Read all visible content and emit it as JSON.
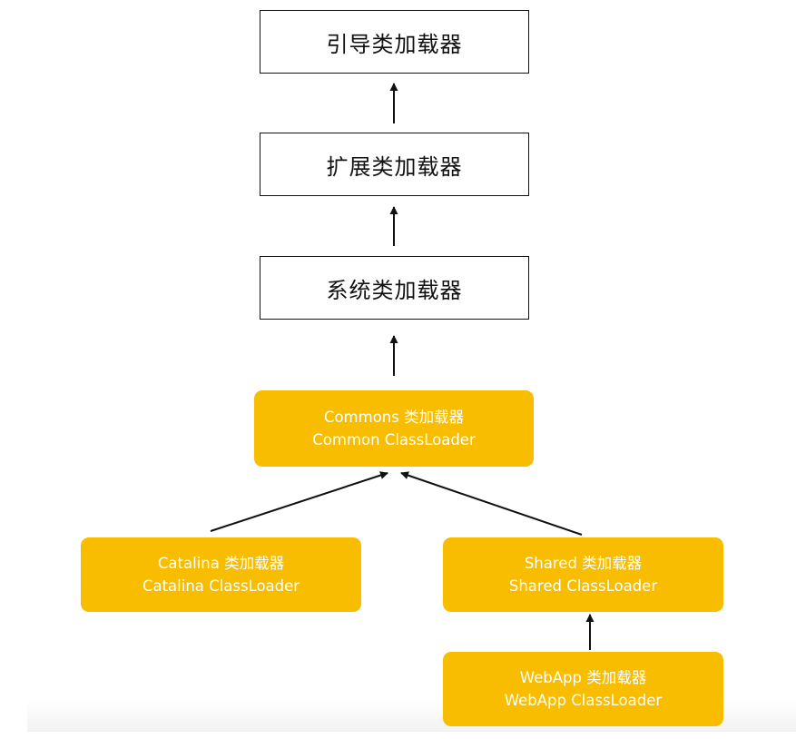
{
  "diagram": {
    "colors": {
      "highlight_fill": "#f9bd00",
      "highlight_text": "#ffffff",
      "plain_border": "#111111",
      "arrow": "#111111"
    },
    "plain_nodes": {
      "bootstrap": "引导类加载器",
      "extension": "扩展类加载器",
      "system": "系统类加载器"
    },
    "tomcat_nodes": {
      "common": {
        "line1": "Commons 类加载器",
        "line2": "Common ClassLoader"
      },
      "catalina": {
        "line1": "Catalina 类加载器",
        "line2": "Catalina ClassLoader"
      },
      "shared": {
        "line1": "Shared 类加载器",
        "line2": "Shared ClassLoader"
      },
      "webapp": {
        "line1": "WebApp 类加载器",
        "line2": "WebApp ClassLoader"
      }
    },
    "edges": [
      {
        "from": "extension",
        "to": "bootstrap"
      },
      {
        "from": "system",
        "to": "extension"
      },
      {
        "from": "common",
        "to": "system"
      },
      {
        "from": "catalina",
        "to": "common"
      },
      {
        "from": "shared",
        "to": "common"
      },
      {
        "from": "webapp",
        "to": "shared"
      }
    ]
  }
}
